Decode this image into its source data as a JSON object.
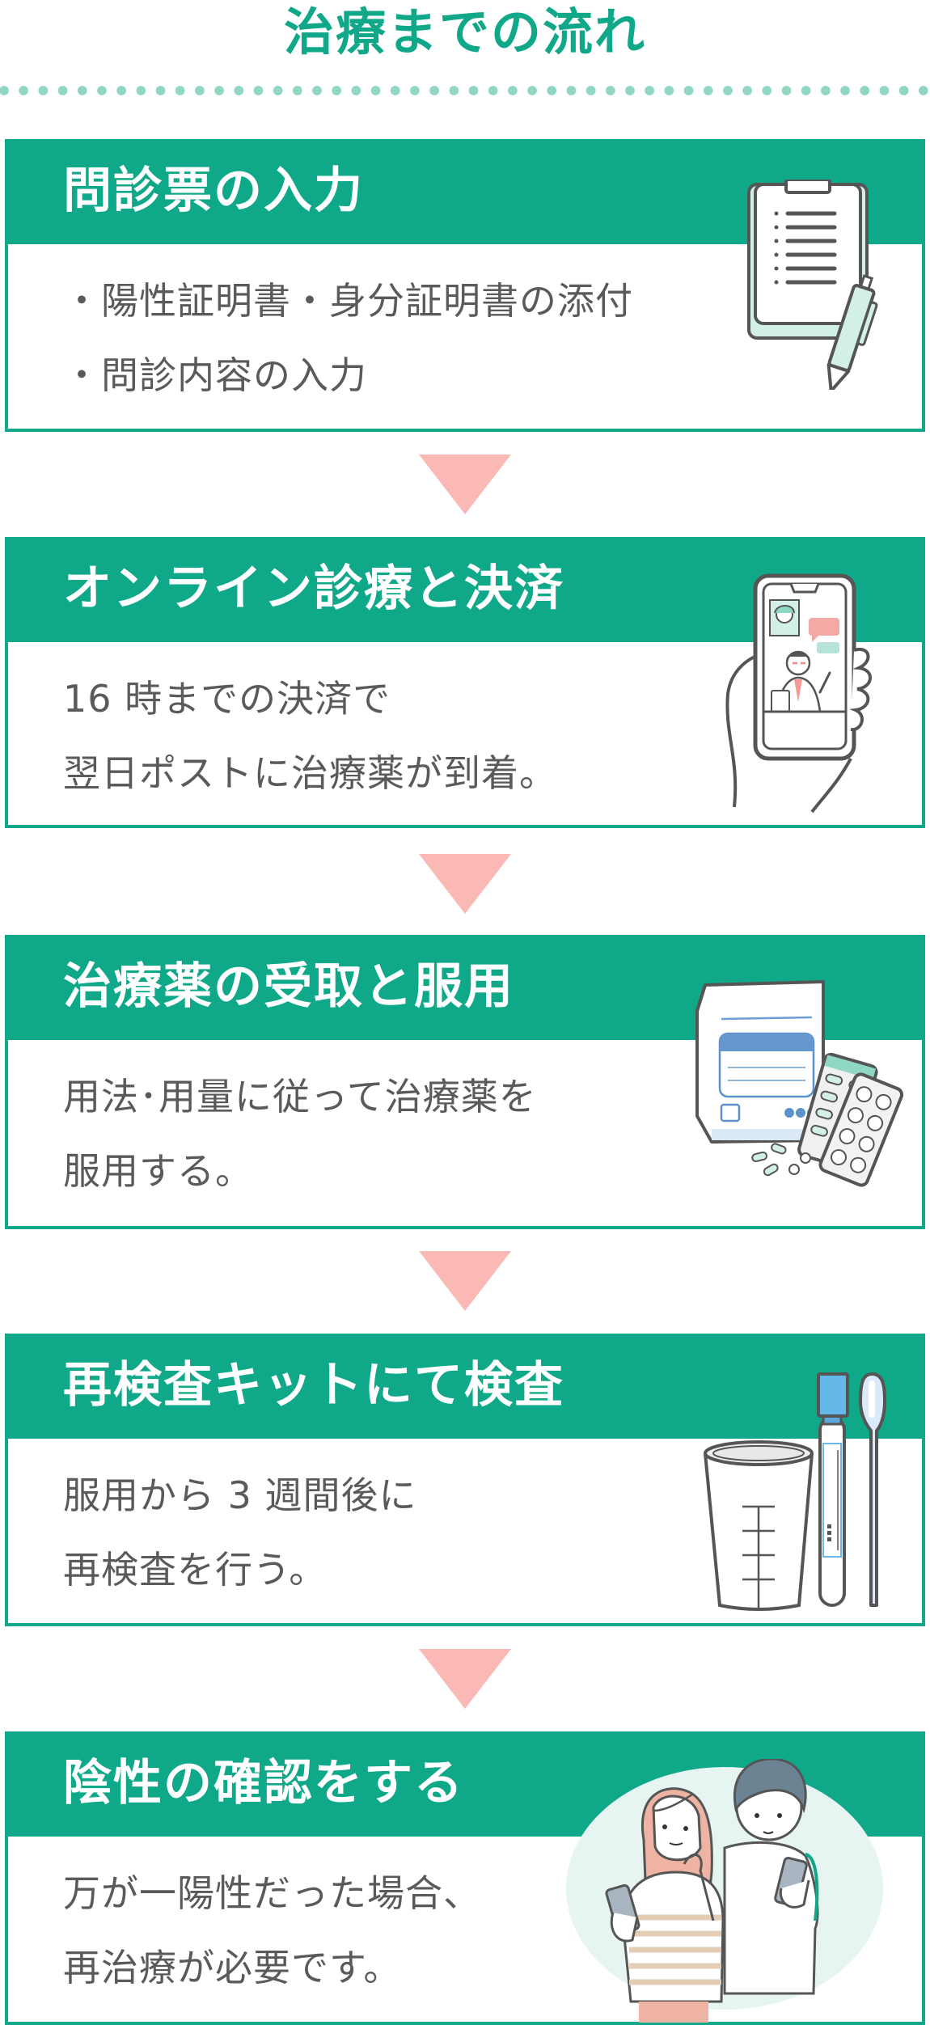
{
  "page": {
    "title": "治療までの流れ"
  },
  "colors": {
    "accent": "#0fa889",
    "dots": "#8fd6c5",
    "arrow": "#fbb9b6",
    "body_text": "#5a5a5a"
  },
  "steps": [
    {
      "title": "問診票の入力",
      "lines": [
        "・陽性証明書・身分証明書の添付",
        "・問診内容の入力"
      ],
      "icon": "clipboard-pen-icon"
    },
    {
      "title": "オンライン診療と決済",
      "lines": [
        "16 時までの決済で",
        "翌日ポストに治療薬が到着。"
      ],
      "icon": "smartphone-doctor-icon"
    },
    {
      "title": "治療薬の受取と服用",
      "lines": [
        "用法･用量に従って治療薬を",
        "服用する。"
      ],
      "icon": "medicine-bag-pills-icon"
    },
    {
      "title": "再検査キットにて検査",
      "lines": [
        "服用から 3 週間後に",
        "再検査を行う。"
      ],
      "icon": "test-kit-icon"
    },
    {
      "title": "陰性の確認をする",
      "lines": [
        "万が一陽性だった場合、",
        "再治療が必要です。"
      ],
      "icon": "couple-smartphones-icon"
    }
  ]
}
